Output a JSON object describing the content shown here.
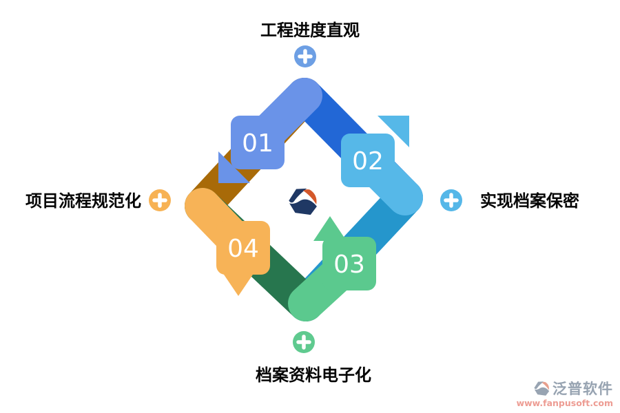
{
  "cycle": {
    "number_text_color": "#FFFFFF",
    "steps": [
      {
        "number": "01",
        "arrow_color": "#6A93E8",
        "fold_color": "#2267D6"
      },
      {
        "number": "02",
        "arrow_color": "#56B8E8",
        "fold_color": "#2596CC"
      },
      {
        "number": "03",
        "arrow_color": "#5BC98E",
        "fold_color": "#27764E"
      },
      {
        "number": "04",
        "arrow_color": "#F7B357",
        "fold_color": "#A86A08"
      }
    ]
  },
  "labels": {
    "top": {
      "text": "工程进度直观",
      "plus_color": "#6D9FE4"
    },
    "right": {
      "text": "实现档案保密",
      "plus_color": "#55B7E8"
    },
    "bottom": {
      "text": "档案资料电子化",
      "plus_color": "#5FCA8F"
    },
    "left": {
      "text": "项目流程规范化",
      "plus_color": "#F7B254"
    }
  },
  "center_logo": {
    "navy": "#1F3864",
    "orange": "#D4582A"
  },
  "watermark": {
    "brand": "泛普软件",
    "url": "www.fanpusoft.com",
    "brand_color": "#97A3B1",
    "url_color": "#ED9C93",
    "icon_gray": "#98A4B2",
    "icon_accent": "#E8A08E"
  }
}
